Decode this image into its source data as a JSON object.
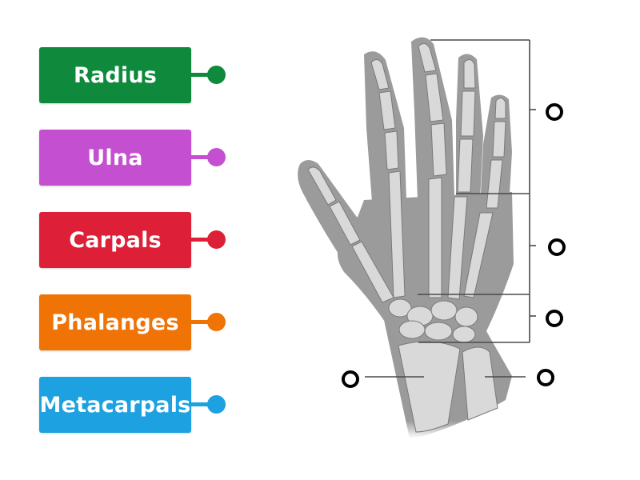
{
  "labels": [
    {
      "id": "radius",
      "text": "Radius",
      "color": "#0f8a3c"
    },
    {
      "id": "ulna",
      "text": "Ulna",
      "color": "#c44fd0"
    },
    {
      "id": "carpals",
      "text": "Carpals",
      "color": "#dd2038"
    },
    {
      "id": "phalanges",
      "text": "Phalanges",
      "color": "#ef7305"
    },
    {
      "id": "metacarpals",
      "text": "Metacarpals",
      "color": "#1ea1e0"
    }
  ],
  "diagram": {
    "subject": "skeleton of the human hand and wrist",
    "targets": [
      {
        "id": "target-phalanges-bracket",
        "points_to": "finger bones (bracket)"
      },
      {
        "id": "target-metacarpals-bracket",
        "points_to": "palm bones (bracket)"
      },
      {
        "id": "target-carpals-bracket",
        "points_to": "wrist bones (bracket)"
      },
      {
        "id": "target-left-forearm",
        "points_to": "left forearm bone"
      },
      {
        "id": "target-right-forearm",
        "points_to": "right forearm bone"
      }
    ]
  }
}
